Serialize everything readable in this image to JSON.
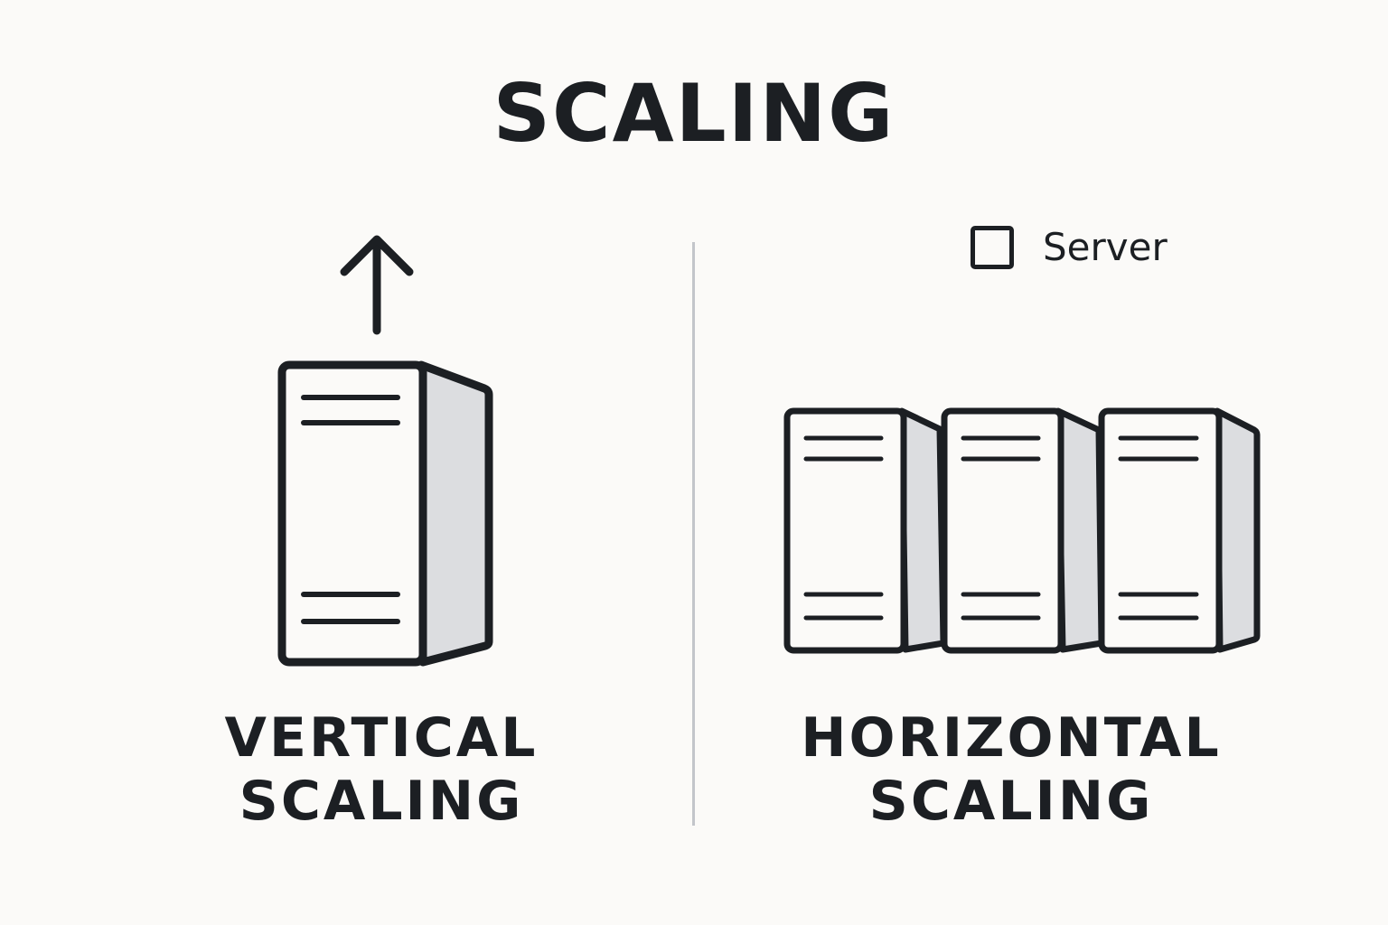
{
  "title": "SCALING",
  "legend": {
    "label": "Server",
    "icon": "server-swatch-icon"
  },
  "vertical": {
    "line1": "VERTICAL",
    "line2": "SCALING",
    "icon": "arrow-up-icon",
    "server_count": 1
  },
  "horizontal": {
    "line1": "HORIZONTAL",
    "line2": "SCALING",
    "server_count": 3
  },
  "colors": {
    "background": "#fbfaf8",
    "ink": "#1c1f23",
    "side_panel": "#dcdde0",
    "divider": "#c3c5ca"
  }
}
